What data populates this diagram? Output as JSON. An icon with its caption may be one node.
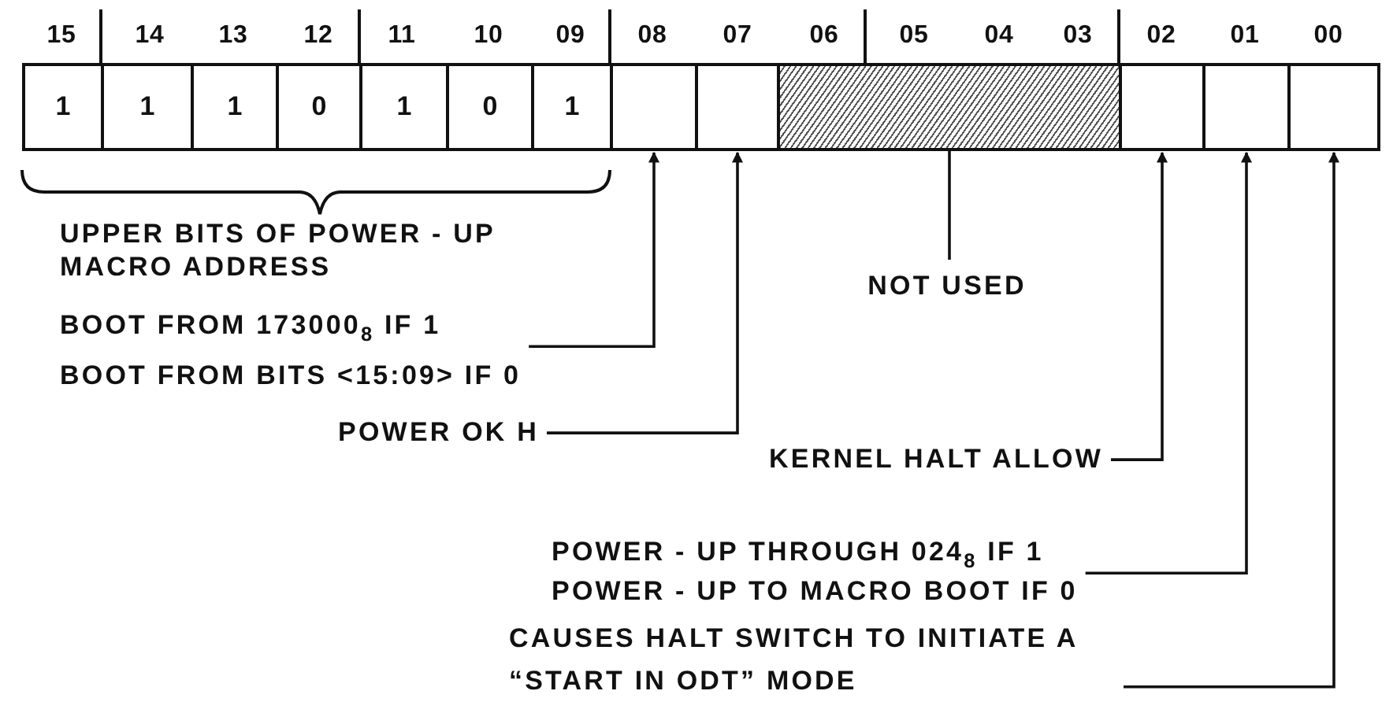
{
  "diagram": {
    "nodes": [
      {
        "text": [
          "1"
        ]
      },
      {
        "text": [
          "1"
        ]
      },
      {
        "text": [
          "1"
        ]
      },
      {
        "text": [
          "0"
        ]
      },
      {
        "text": [
          "1"
        ]
      },
      {
        "text": [
          "0"
        ]
      },
      {
        "text": [
          "1"
        ]
      },
      {
        "text": [],
        "shape": "box"
      },
      {
        "text": [],
        "shape": "box"
      },
      {
        "text": [],
        "shape": "box"
      },
      {
        "text": [],
        "shape": "box"
      },
      {
        "text": [],
        "shape": "box"
      },
      {
        "text": [],
        "shape": "box"
      },
      {
        "text": [
          "BOOT FROM 173000$_{8}$ IF 1",
          "BOOT FROM BITS <15:09> IF 0"
        ]
      },
      {
        "text": [
          "POWER OK H"
        ]
      },
      {
        "text": [
          "NOT USED"
        ]
      },
      {
        "text": [
          "KERNEL HALT ALLOW"
        ]
      },
      {
        "text": [
          "POWER - UP THROUGH 024$_{8}$ IF 1",
          "POWER - UP TO MACRO BOOT IF 0"
        ]
      },
      {
        "text": [
          "CAUSES HALT SWITCH TO INITIATE A “START IN ODT” MODE"
        ]
      }
    ],
    "edges": [
      {
        "from": 13,
        "to": 7,
        "arrow": "to"
      },
      {
        "from": 14,
        "to": 8,
        "arrow": "to"
      },
      {
        "from": 9,
        "to": 15,
        "arrow": "none"
      },
      {
        "from": 16,
        "to": 10,
        "arrow": "to"
      },
      {
        "from": 17,
        "to": 11,
        "arrow": "to"
      },
      {
        "from": 18,
        "to": 12,
        "arrow": "to"
      }
    ],
    "labels": [
      "15",
      "14",
      "13",
      "12",
      "11",
      "10",
      "09",
      "08",
      "07",
      "06",
      "05",
      "04",
      "03",
      "02",
      "01",
      "00",
      "UPPER BITS OF POWER - UP MACRO ADDRESS"
    ]
  }
}
